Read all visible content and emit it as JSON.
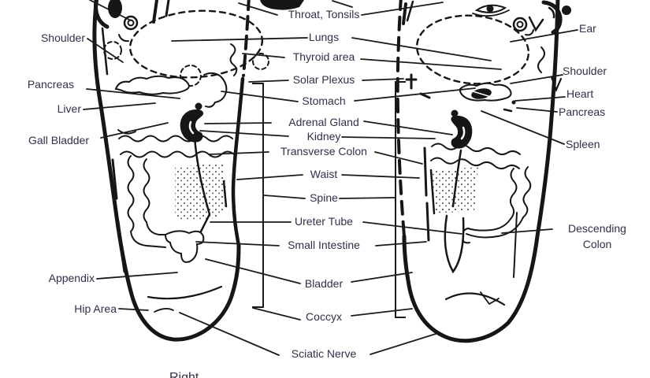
{
  "diagram_type": "foot-reflexology-chart",
  "colors": {
    "label_text": "#30304a",
    "leader_line": "#1b1b1b",
    "ink": "#161616"
  },
  "labels": {
    "left": [
      "Shoulder",
      "Pancreas",
      "Liver",
      "Gall Bladder",
      "Appendix",
      "Hip Area"
    ],
    "center": [
      "Throat, Tonsils",
      "Lungs",
      "Thyroid area",
      "Solar Plexus",
      "Stomach",
      "Adrenal Gland",
      "Kidney",
      "Transverse Colon",
      "Waist",
      "Spine",
      "Ureter Tube",
      "Small Intestine",
      "Bladder",
      "Coccyx",
      "Sciatic Nerve"
    ],
    "right": [
      "Ear",
      "Shoulder",
      "Heart",
      "Pancreas",
      "Spleen",
      "Descending Colon"
    ],
    "caption": "Right"
  }
}
